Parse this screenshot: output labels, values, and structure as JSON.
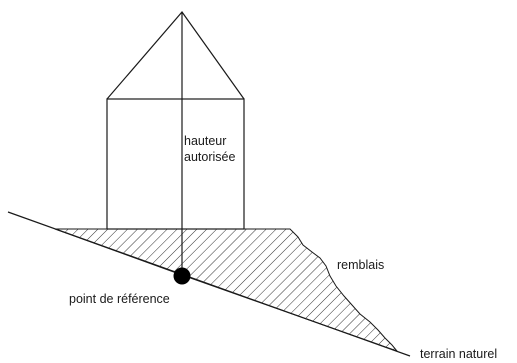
{
  "labels": {
    "height_line1": "hauteur",
    "height_line2": "autorisée",
    "fill": "remblais",
    "reference_point": "point de référence",
    "natural_ground": "terrain naturel"
  },
  "colors": {
    "stroke": "#1a1a1a",
    "hatch": "#1a1a1a",
    "point": "#000000",
    "background": "#ffffff"
  }
}
